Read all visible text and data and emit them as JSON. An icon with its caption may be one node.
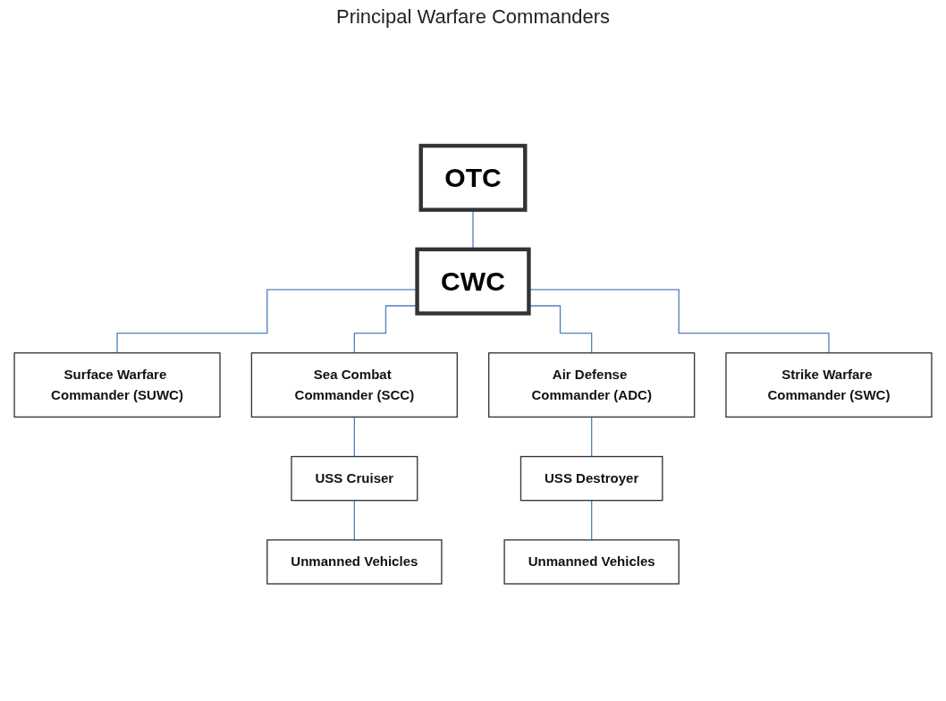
{
  "diagram": {
    "nodes": [
      {
        "text": [
          "OTC"
        ]
      },
      {
        "text": [
          "CWC"
        ]
      },
      {
        "text": [
          "Surface Warfare Commander (SUWC)"
        ]
      },
      {
        "text": [
          "Sea Combat Commander (SCC)"
        ]
      },
      {
        "text": [
          "Air Defense Commander (ADC)"
        ]
      },
      {
        "text": [
          "Strike Warfare Commander (SWC)"
        ]
      },
      {
        "text": [
          "USS Cruiser"
        ]
      },
      {
        "text": [
          "USS Destroyer"
        ]
      },
      {
        "text": [
          "Unmanned Vehicles"
        ]
      },
      {
        "text": [
          "Unmanned Vehicles"
        ]
      }
    ],
    "edges": [
      {
        "from": 0,
        "to": 1,
        "arrow": "none"
      },
      {
        "from": 1,
        "to": 2,
        "arrow": "none"
      },
      {
        "from": 1,
        "to": 3,
        "arrow": "none"
      },
      {
        "from": 1,
        "to": 4,
        "arrow": "none"
      },
      {
        "from": 1,
        "to": 5,
        "arrow": "none"
      },
      {
        "from": 3,
        "to": 6,
        "arrow": "none"
      },
      {
        "from": 4,
        "to": 7,
        "arrow": "none"
      },
      {
        "from": 6,
        "to": 8,
        "arrow": "none"
      },
      {
        "from": 7,
        "to": 9,
        "arrow": "none"
      }
    ],
    "labels": [
      "Principal Warfare Commanders"
    ]
  }
}
